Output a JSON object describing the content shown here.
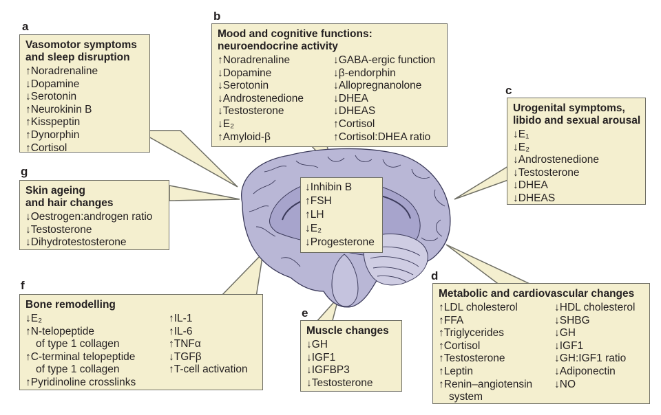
{
  "panels": {
    "a": {
      "letter": "a",
      "title_lines": [
        "Vasomotor symptoms",
        "and sleep disruption"
      ],
      "items": [
        "↑Noradrenaline",
        "↓Dopamine",
        "↓Serotonin",
        "↑Neurokinin B",
        "↑Kisspeptin",
        "↑Dynorphin",
        "↑Cortisol"
      ]
    },
    "b": {
      "letter": "b",
      "title_lines": [
        "Mood and cognitive functions:",
        "neuroendocrine activity"
      ],
      "col1": [
        "↑Noradrenaline",
        "↓Dopamine",
        "↓Serotonin",
        "↓Androstenedione",
        "↓Testosterone",
        "↓E₂",
        "↑Amyloid-β"
      ],
      "col2": [
        "↓GABA-ergic function",
        "↓β-endorphin",
        "↓Allopregnanolone",
        "↓DHEA",
        "↓DHEAS",
        "↑Cortisol",
        "↑Cortisol:DHEA ratio"
      ]
    },
    "c": {
      "letter": "c",
      "title_lines": [
        "Urogenital symptoms,",
        "libido and sexual arousal"
      ],
      "items": [
        "↓E₁",
        "↓E₂",
        "↓Androstenedione",
        "↓Testosterone",
        "↓DHEA",
        "↓DHEAS"
      ]
    },
    "g": {
      "letter": "g",
      "title_lines": [
        "Skin ageing",
        "and hair changes"
      ],
      "items": [
        "↓Oestrogen:androgen ratio",
        "↓Testosterone",
        "↓Dihydrotestosterone"
      ]
    },
    "center": {
      "items": [
        "↓Inhibin B",
        "↑FSH",
        "↑LH",
        "↓E₂",
        "↓Progesterone"
      ]
    },
    "f": {
      "letter": "f",
      "title_lines": [
        "Bone remodelling"
      ],
      "col1": [
        "↓E₂",
        "↑N-telopeptide",
        "of type 1 collagen",
        "↑C-terminal telopeptide",
        "of type 1 collagen",
        "↑Pyridinoline crosslinks"
      ],
      "col2": [
        "↑IL-1",
        "↑IL-6",
        "↑TNFα",
        "↓TGFβ",
        "↑T-cell activation"
      ]
    },
    "e": {
      "letter": "e",
      "title_lines": [
        "Muscle changes"
      ],
      "items": [
        "↓GH",
        "↓IGF1",
        "↓IGFBP3",
        "↓Testosterone"
      ]
    },
    "d": {
      "letter": "d",
      "title_lines": [
        "Metabolic and cardiovascular changes"
      ],
      "col1": [
        "↑LDL cholesterol",
        "↑FFA",
        "↑Triglycerides",
        "↑Cortisol",
        "↑Testosterone",
        "↑Leptin",
        "↑Renin–angiotensin",
        "system"
      ],
      "col2": [
        "↓HDL cholesterol",
        "↓SHBG",
        "↓GH",
        "↓IGF1",
        "↓GH:IGF1 ratio",
        "↓Adiponectin",
        "↓NO"
      ]
    }
  },
  "colors": {
    "box_fill": "#f4efcf",
    "box_border": "#6e6e64",
    "brain_fill": "#b9b7d6",
    "brain_dark": "#9f9cc6",
    "brain_line": "#3b3a5a"
  }
}
